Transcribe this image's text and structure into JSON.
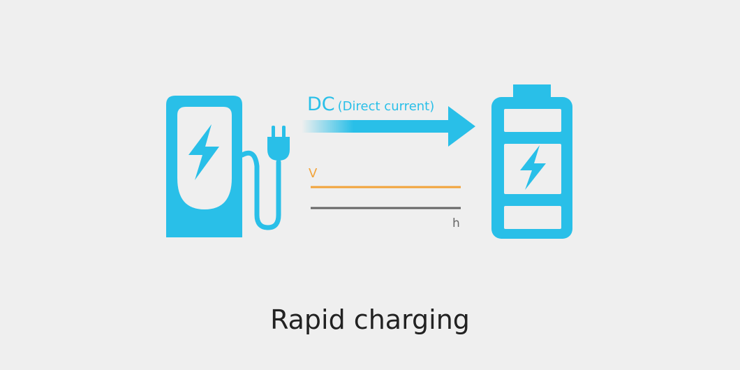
{
  "dc_label": "DC",
  "dc_sublabel": "(Direct current)",
  "voltage_label": "V",
  "time_label": "h",
  "caption": "Rapid charging",
  "colors": {
    "accent_blue": "#29bfe8",
    "voltage_orange": "#f2a33a",
    "time_gray": "#666666",
    "background": "#efefef",
    "text": "#222222"
  },
  "icons": [
    "charging-station-icon",
    "plug-icon",
    "arrow-icon",
    "battery-icon",
    "lightning-bolt-icon"
  ]
}
